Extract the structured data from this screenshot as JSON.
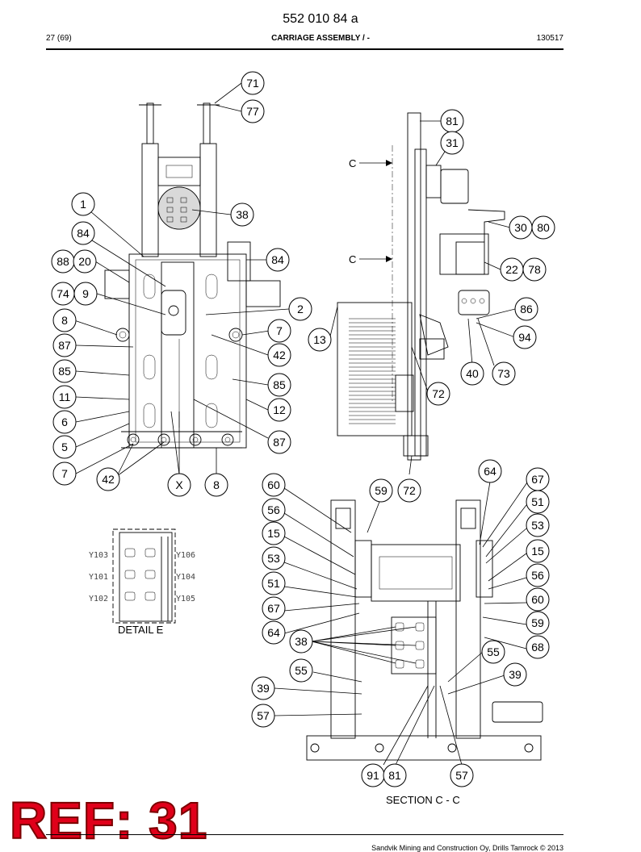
{
  "header": {
    "doc_number": "552 010 84 a",
    "page": "27 (69)",
    "title": "CARRIAGE ASSEMBLY / -",
    "date_code": "130517"
  },
  "labels": {
    "detail_e": "DETAIL E",
    "section_cc": "SECTION C - C",
    "c_upper": "C",
    "c_lower": "C",
    "x_marker": "X"
  },
  "detail_e_codes": [
    "Y103",
    "Y101",
    "Y102",
    "Y106",
    "Y104",
    "Y105"
  ],
  "callouts": [
    "71",
    "77",
    "81",
    "31",
    "1",
    "38",
    "84",
    "30",
    "80",
    "84",
    "88",
    "20",
    "74",
    "9",
    "22",
    "78",
    "2",
    "8",
    "86",
    "7",
    "13",
    "94",
    "87",
    "42",
    "85",
    "85",
    "40",
    "73",
    "11",
    "12",
    "72",
    "6",
    "87",
    "5",
    "7",
    "42",
    "X",
    "8",
    "64",
    "60",
    "59",
    "72",
    "67",
    "56",
    "51",
    "15",
    "53",
    "53",
    "15",
    "51",
    "56",
    "67",
    "60",
    "59",
    "64",
    "38",
    "68",
    "55",
    "55",
    "39",
    "39",
    "57",
    "91",
    "81",
    "57"
  ],
  "stamp": "REF: 31",
  "footer": "Sandvik Mining and Construction Oy, Drills Tamrock © 2013"
}
